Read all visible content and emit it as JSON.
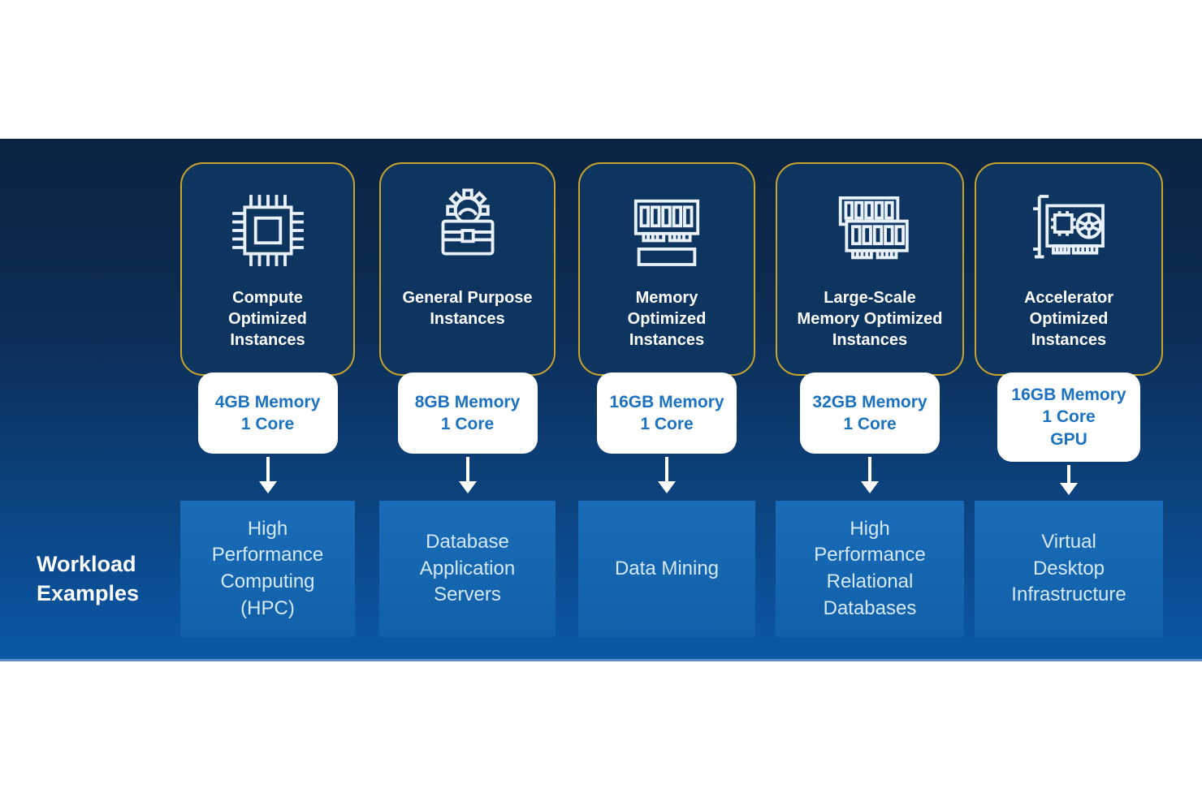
{
  "colors": {
    "band-top": "#0A2342",
    "band-bottom": "#0B58A6",
    "band-edge": "#5A90CC",
    "card-fill": "#0E3560",
    "card-border": "#C9A42C",
    "card-title": "#FFFFFF",
    "memory-box-bg": "#FFFFFF",
    "memory-text": "#1B72C0",
    "arrow": "#FFFFFF",
    "workload-box-top": "#1A6CB8",
    "workload-box-bottom": "#1160A8",
    "workload-text": "#D4E9FA",
    "icon-stroke": "#E9F2FB",
    "label-text": "#FFFFFF"
  },
  "workload_label": "Workload\nExamples",
  "columns": [
    {
      "icon": "cpu-chip-icon",
      "title": "Compute\nOptimized\nInstances",
      "spec": "4GB Memory\n1 Core",
      "workload": "High\nPerformance\nComputing\n(HPC)"
    },
    {
      "icon": "toolbox-gear-icon",
      "title": "General Purpose\nInstances",
      "spec": "8GB Memory\n1 Core",
      "workload": "Database\nApplication\nServers"
    },
    {
      "icon": "memory-module-icon",
      "title": "Memory\nOptimized\nInstances",
      "spec": "16GB Memory\n1 Core",
      "workload": "Data Mining"
    },
    {
      "icon": "dual-memory-modules-icon",
      "title": "Large-Scale\nMemory Optimized\nInstances",
      "spec": "32GB Memory\n1 Core",
      "workload": "High\nPerformance\nRelational\nDatabases"
    },
    {
      "icon": "gpu-card-icon",
      "title": "Accelerator\nOptimized\nInstances",
      "spec": "16GB Memory\n1 Core\nGPU",
      "workload": "Virtual\nDesktop\nInfrastructure"
    }
  ]
}
